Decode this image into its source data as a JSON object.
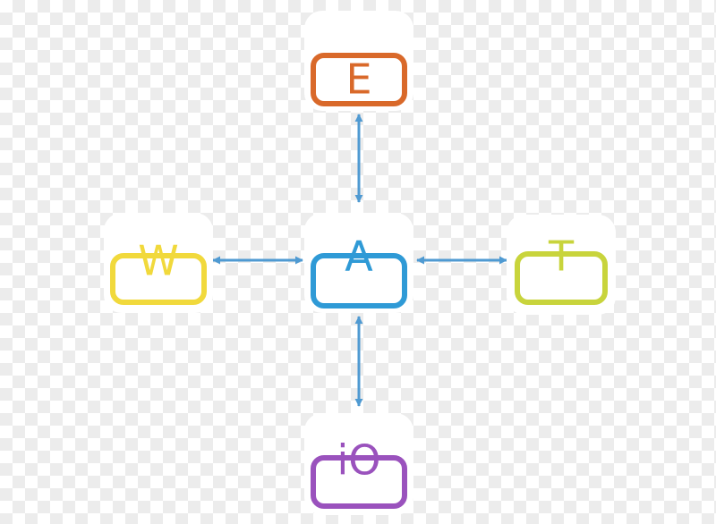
{
  "keys": {
    "center": {
      "label": "A",
      "color": "#2f9ad6"
    },
    "top": {
      "label": "E",
      "color": "#d9692a"
    },
    "left": {
      "label": "W",
      "color": "#f1d93c"
    },
    "right": {
      "label": "T",
      "color": "#c8d43c"
    },
    "bottom": {
      "label": "iO",
      "color": "#9a52bd"
    }
  },
  "arrow_color": "#4f9ad2"
}
